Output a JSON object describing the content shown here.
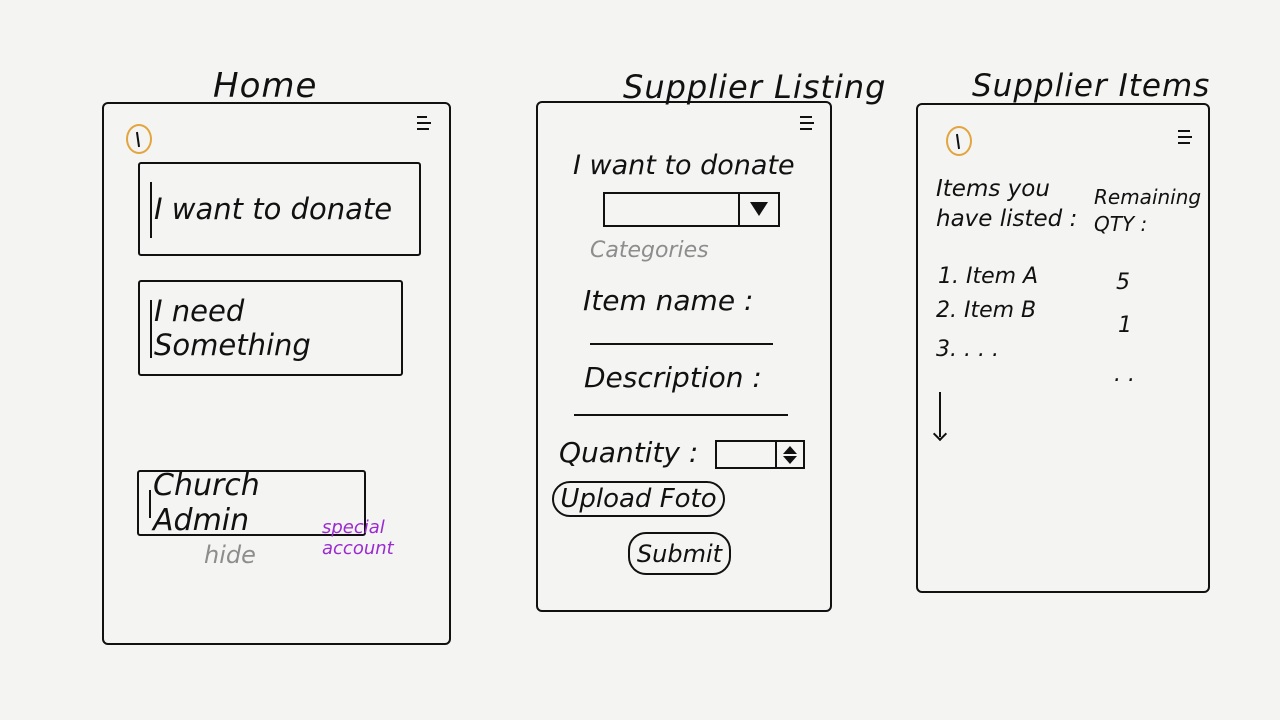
{
  "screens": {
    "home": {
      "title": "Home",
      "buttons": {
        "donate": "I want to donate",
        "need": "I need Something",
        "admin": "Church Admin"
      },
      "notes": {
        "hide": "hide",
        "special": "special\naccount"
      }
    },
    "supplier_listing": {
      "title": "Supplier Listing",
      "heading": "I want to donate",
      "category_label": "Categories",
      "fields": {
        "item_name": "Item name :",
        "description": "Description :",
        "quantity": "Quantity :"
      },
      "buttons": {
        "upload": "Upload Foto",
        "submit": "Submit"
      }
    },
    "supplier_items": {
      "title": "Supplier Items",
      "headers": {
        "items": "Items you\nhave listed :",
        "qty": "Remaining\nQTY :"
      },
      "rows": [
        {
          "name": "1. Item A",
          "qty": "5"
        },
        {
          "name": "2. Item B",
          "qty": "1"
        },
        {
          "name": "3. . . .",
          "qty": ". ."
        }
      ]
    }
  },
  "colors": {
    "ink": "#111111",
    "accent": "#e3a53e",
    "note_gray": "#8d8d8d",
    "note_purple": "#9b2bd0"
  }
}
